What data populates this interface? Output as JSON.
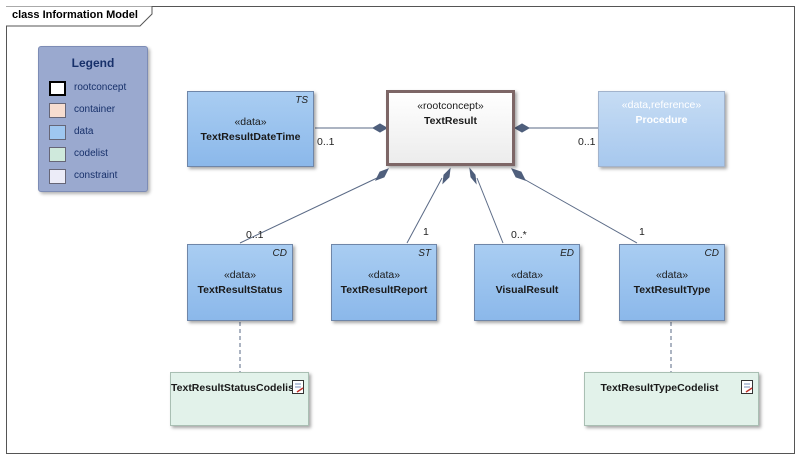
{
  "frame": {
    "title": "class Information Model"
  },
  "legend": {
    "title": "Legend",
    "items": [
      {
        "label": "rootconcept",
        "color": "#ffffff",
        "bold_border": true
      },
      {
        "label": "container",
        "color": "#f7ddd0"
      },
      {
        "label": "data",
        "color": "#9fc7f0"
      },
      {
        "label": "codelist",
        "color": "#cfe9dc"
      },
      {
        "label": "constraint",
        "color": "#ececf8"
      }
    ]
  },
  "classes": {
    "text_result": {
      "stereotype": "«rootconcept»",
      "name": "TextResult",
      "tag": ""
    },
    "text_result_date_time": {
      "stereotype": "«data»",
      "name": "TextResultDateTime",
      "tag": "TS"
    },
    "procedure": {
      "stereotype": "«data,reference»",
      "name": "Procedure",
      "tag": ""
    },
    "text_result_status": {
      "stereotype": "«data»",
      "name": "TextResultStatus",
      "tag": "CD"
    },
    "text_result_report": {
      "stereotype": "«data»",
      "name": "TextResultReport",
      "tag": "ST"
    },
    "visual_result": {
      "stereotype": "«data»",
      "name": "VisualResult",
      "tag": "ED"
    },
    "text_result_type": {
      "stereotype": "«data»",
      "name": "TextResultType",
      "tag": "CD"
    },
    "text_result_status_codelist": {
      "name": "TextResultStatusCodelist"
    },
    "text_result_type_codelist": {
      "name": "TextResultTypeCodelist"
    }
  },
  "multiplicities": {
    "date_time": "0..1",
    "procedure": "0..1",
    "status": "0..1",
    "report": "1",
    "visual": "0..*",
    "type": "1"
  }
}
